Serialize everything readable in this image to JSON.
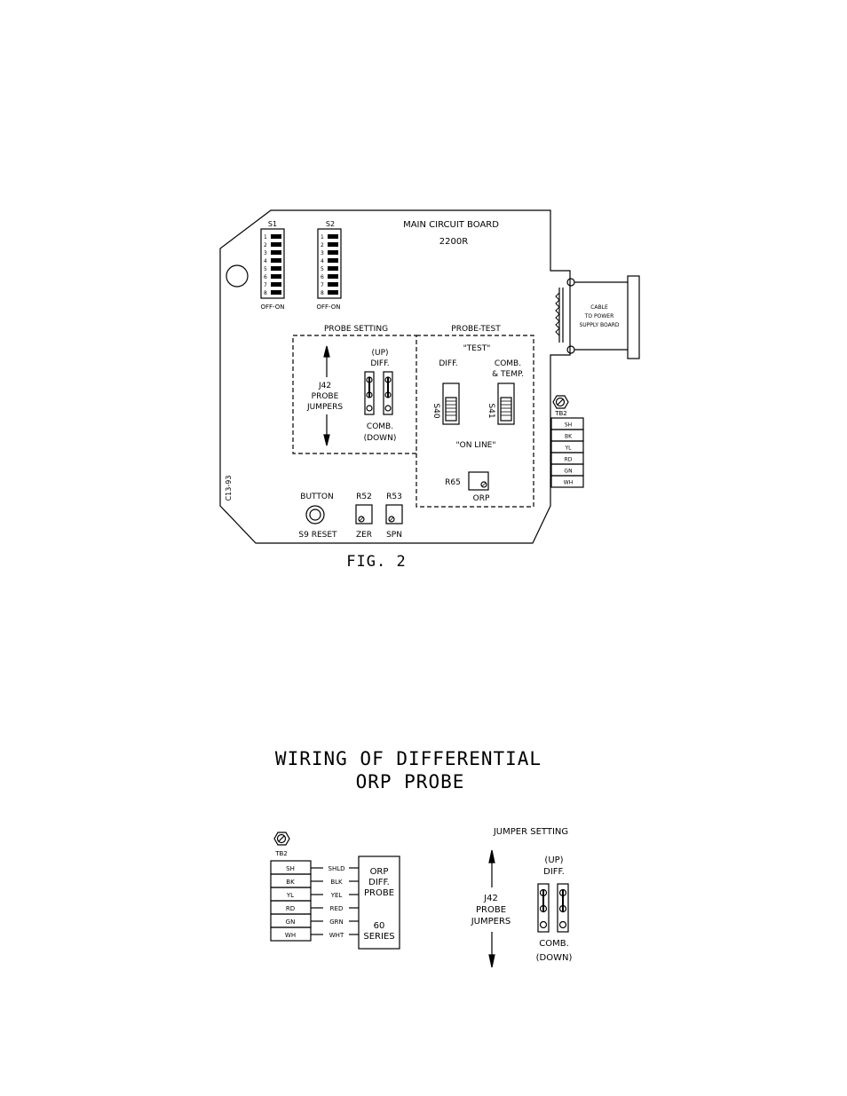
{
  "board": {
    "title_line1": "MAIN CIRCUIT BOARD",
    "title_line2": "2200R",
    "s1": "S1",
    "s2": "S2",
    "dip_numbers": [
      "1",
      "2",
      "3",
      "4",
      "5",
      "6",
      "7",
      "8"
    ],
    "off_on": "OFF-ON",
    "probe_setting": "PROBE SETTING",
    "probe_test": "PROBE-TEST",
    "test": "\"TEST\"",
    "diff": "DIFF.",
    "comb_line1": "COMB.",
    "comb_line2": "& TEMP.",
    "s40": "S40",
    "s41": "S41",
    "on_line": "\"ON LINE\"",
    "r65": "R65",
    "orp": "ORP",
    "cable_line1": "CABLE",
    "cable_line2": "TO POWER",
    "cable_line3": "SUPPLY BOARD",
    "tb2": "TB2",
    "tb2_rows": [
      "SH",
      "BK",
      "YL",
      "RD",
      "GN",
      "WH"
    ],
    "button": "BUTTON",
    "s9_reset": "S9 RESET",
    "r52": "R52",
    "r53": "R53",
    "zer": "ZER",
    "spn": "SPN",
    "side_code": "C13-93",
    "j42_line1": "J42",
    "j42_line2": "PROBE",
    "j42_line3": "JUMPERS",
    "up_line1": "(UP)",
    "up_line2": "DIFF.",
    "down_line1": "COMB.",
    "down_line2": "(DOWN)"
  },
  "figure_caption": "FIG. 2",
  "wiring": {
    "title_line1": "WIRING OF DIFFERENTIAL",
    "title_line2": "ORP PROBE",
    "tb2": "TB2",
    "terminals": [
      "SH",
      "BK",
      "YL",
      "RD",
      "GN",
      "WH"
    ],
    "wires": [
      "SHLD",
      "BLK",
      "YEL",
      "RED",
      "GRN",
      "WHT"
    ],
    "probe_line1": "ORP",
    "probe_line2": "DIFF.",
    "probe_line3": "PROBE",
    "series_line1": "60",
    "series_line2": "SERIES"
  },
  "jumper": {
    "title": "JUMPER SETTING",
    "j42_line1": "J42",
    "j42_line2": "PROBE",
    "j42_line3": "JUMPERS",
    "up_line1": "(UP)",
    "up_line2": "DIFF.",
    "down_line1": "COMB.",
    "down_line2": "(DOWN)"
  }
}
